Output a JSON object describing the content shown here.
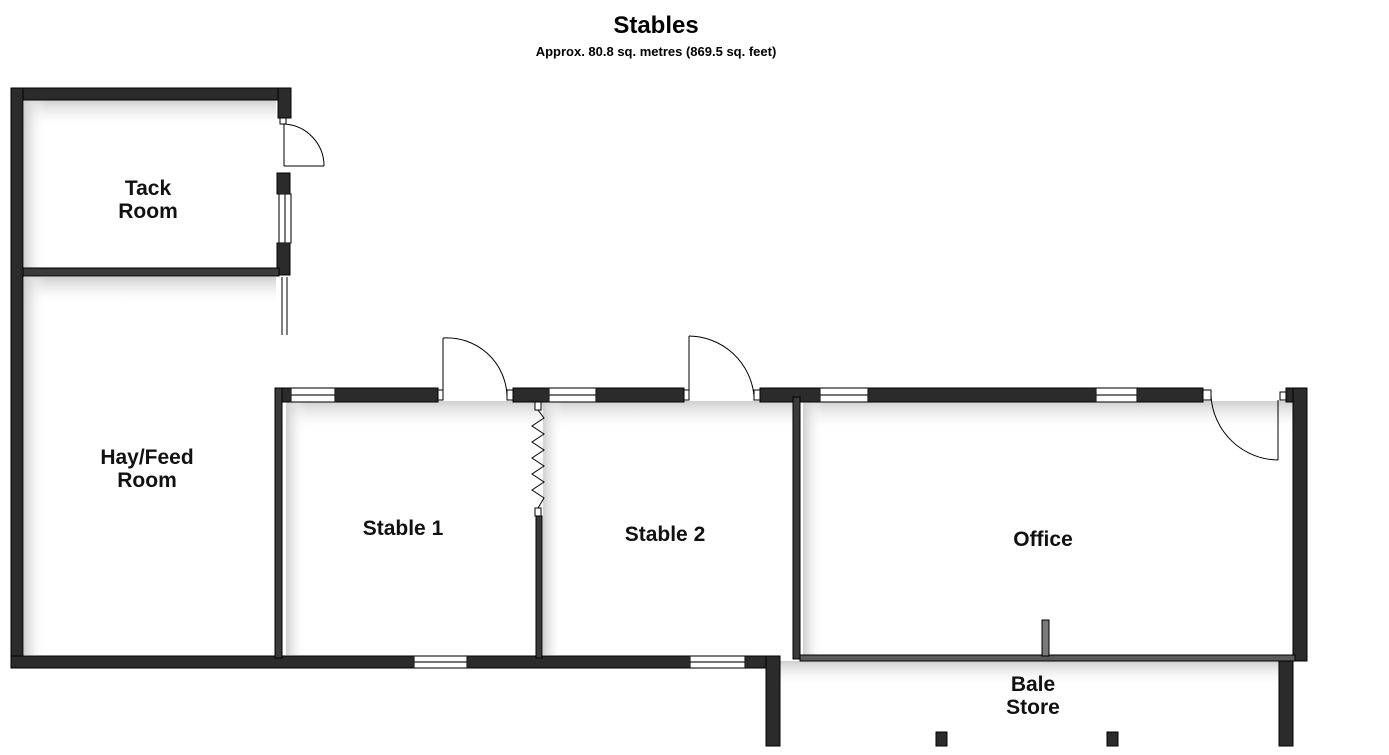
{
  "plan": {
    "title": "Stables",
    "subtitle": "Approx. 80.8 sq. metres (869.5 sq. feet)"
  },
  "rooms": {
    "tack_room": {
      "line1": "Tack",
      "line2": "Room"
    },
    "hay_feed_room": {
      "line1": "Hay/Feed",
      "line2": "Room"
    },
    "stable_1": {
      "label": "Stable 1"
    },
    "stable_2": {
      "label": "Stable 2"
    },
    "office": {
      "label": "Office"
    },
    "bale_store": {
      "line1": "Bale",
      "line2": "Store"
    }
  },
  "colors": {
    "wall": "#2b2b2b",
    "wall_edge": "#000000",
    "shadow": "#d9d9d9",
    "background": "#ffffff"
  }
}
